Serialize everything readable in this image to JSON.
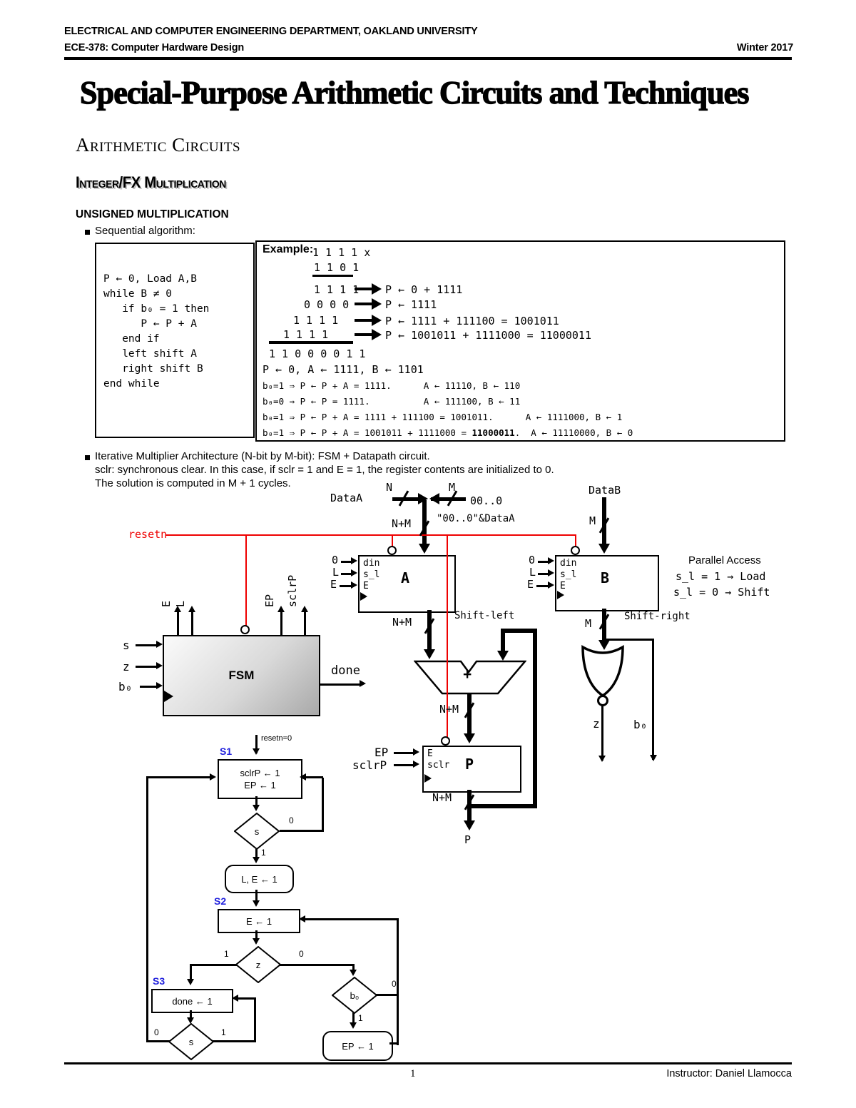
{
  "header": {
    "line1": "ELECTRICAL AND COMPUTER ENGINEERING DEPARTMENT, OAKLAND UNIVERSITY",
    "line2": "ECE-378: Computer Hardware Design",
    "term": "Winter 2017"
  },
  "title": "Special-Purpose Arithmetic Circuits and Techniques",
  "sections": {
    "s1": "Arithmetic Circuits",
    "s2": "Integer/FX Multiplication",
    "s3": "UNSIGNED MULTIPLICATION"
  },
  "bullet1": "Sequential algorithm:",
  "algorithm": {
    "text": "P ← 0, Load A,B\nwhile B ≠ 0\n   if b₀ = 1 then\n      P ← P + A\n   end if\n   left shift A\n   right shift B\nend while"
  },
  "example": {
    "label": "Example:",
    "multiplicand": "1 1 1 1 x",
    "multiplier": "1 1 0 1",
    "partial1": "1 1 1 1",
    "partial2": "0 0 0 0",
    "partial3": "1 1 1 1",
    "partial4": "1 1 1 1",
    "note1": "P ← 0 + 1111",
    "note2": "P ← 1111",
    "note3": "P ← 1111 + 111100 = 1001011",
    "note4": "P ← 1001011 + 1111000 = 11000011",
    "result": "1 1 0 0 0 0 1 1",
    "trace0": "P ← 0, A ← 1111, B ← 1101",
    "trace1": "b₀=1 ⇒ P ← P + A = 1111.      A ← 11110, B ← 110",
    "trace2": "b₀=0 ⇒ P ← P = 1111.          A ← 111100, B ← 11",
    "trace3": "b₀=1 ⇒ P ← P + A = 1111 + 111100 = 1001011.      A ← 1111000, B ← 1",
    "trace4a": "b₀=1 ⇒ P ← P + A = 1001011 + 1111000 = ",
    "trace4b": "11000011",
    "trace4c": ".  A ← 11110000, B ← 0"
  },
  "arch": {
    "l1": "Iterative Multiplier Architecture (N-bit by M-bit): FSM + Datapath circuit.",
    "l2": "sclr: synchronous clear. In this case, if sclr = 1 and E = 1, the register contents are initialized to 0.",
    "l3": "The solution is computed in M + 1 cycles."
  },
  "dp": {
    "dataA": "DataA",
    "dataB": "DataB",
    "n": "N",
    "m": "M",
    "nm": "N+M",
    "zeros": "00..0",
    "concat": "\"00..0\"&DataA",
    "resetn": "resetn",
    "din": "din",
    "sl": "s_l",
    "e": "E",
    "sclr": "sclr",
    "zeroIn": "0",
    "lIn": "L",
    "a": "A",
    "b": "B",
    "p": "P",
    "pOut": "P",
    "shiftLeft": "Shift-left",
    "shiftRight": "Shift-right",
    "parallel1": "Parallel Access",
    "parallel2": "s_l = 1 → Load",
    "parallel3": "s_l = 0 → Shift",
    "fsm": "FSM",
    "s": "s",
    "z": "z",
    "b0": "b₀",
    "done": "done",
    "ep": "EP",
    "sclrp": "sclrP",
    "plus": "+"
  },
  "asm": {
    "resetn0": "resetn=0",
    "s1": "S1",
    "s2": "S2",
    "s3": "S3",
    "s1line1": "sclrP ← 1",
    "s1line2": "EP ← 1",
    "le1": "L, E ← 1",
    "e1": "E ← 1",
    "done1": "done ← 1",
    "ep1": "EP ← 1",
    "zero": "0",
    "one": "1",
    "s": "s",
    "z": "z",
    "b0": "b₀"
  },
  "footer": {
    "page": "1",
    "instructor": "Instructor: Daniel Llamocca"
  },
  "colors": {
    "accent_red": "#ee0000",
    "state_blue": "#2222dd"
  }
}
